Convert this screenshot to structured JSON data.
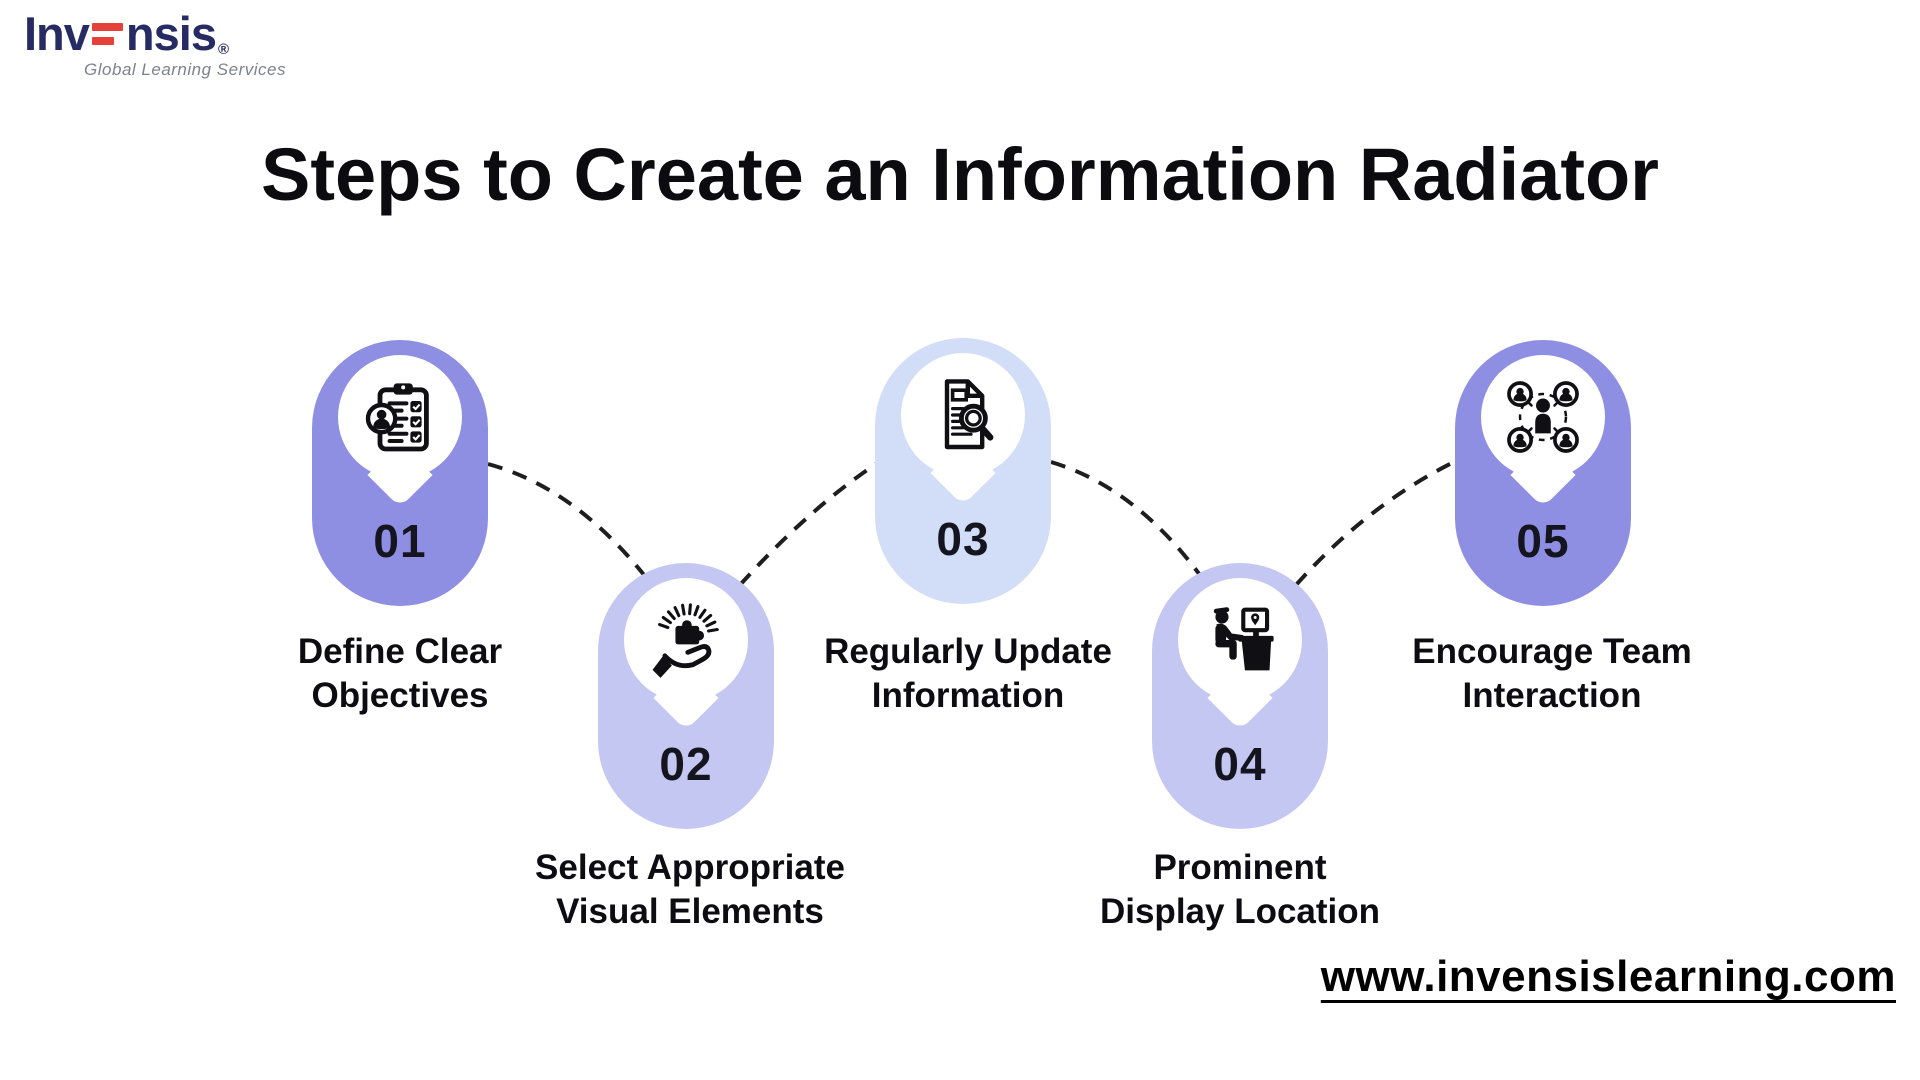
{
  "brand": {
    "logo_text_left": "Inv",
    "logo_text_right": "nsis",
    "logo_reg": "®",
    "tagline": "Global Learning Services"
  },
  "title": "Steps to Create an Information Radiator",
  "website": "www.invensislearning.com",
  "colors": {
    "pill_dark": "#8E8FE3",
    "pill_medium": "#C5C7F3",
    "pill_light": "#D2DDF8",
    "logo_navy": "#262b63",
    "logo_red": "#e6403b",
    "tagline_gray": "#7d828f",
    "ink": "#101014",
    "dash_line": "#1e1e1e"
  },
  "steps": [
    {
      "number": "01",
      "label_line1": "Define Clear",
      "label_line2": "Objectives",
      "icon": "clipboard-checklist-icon",
      "tone": "dark"
    },
    {
      "number": "02",
      "label_line1": "Select Appropriate",
      "label_line2": "Visual Elements",
      "icon": "hand-puzzle-icon",
      "tone": "medium"
    },
    {
      "number": "03",
      "label_line1": "Regularly Update",
      "label_line2": "Information",
      "icon": "document-magnifier-icon",
      "tone": "light"
    },
    {
      "number": "04",
      "label_line1": "Prominent",
      "label_line2": "Display Location",
      "icon": "person-desk-icon",
      "tone": "medium"
    },
    {
      "number": "05",
      "label_line1": "Encourage Team",
      "label_line2": "Interaction",
      "icon": "team-interaction-icon",
      "tone": "dark"
    }
  ]
}
